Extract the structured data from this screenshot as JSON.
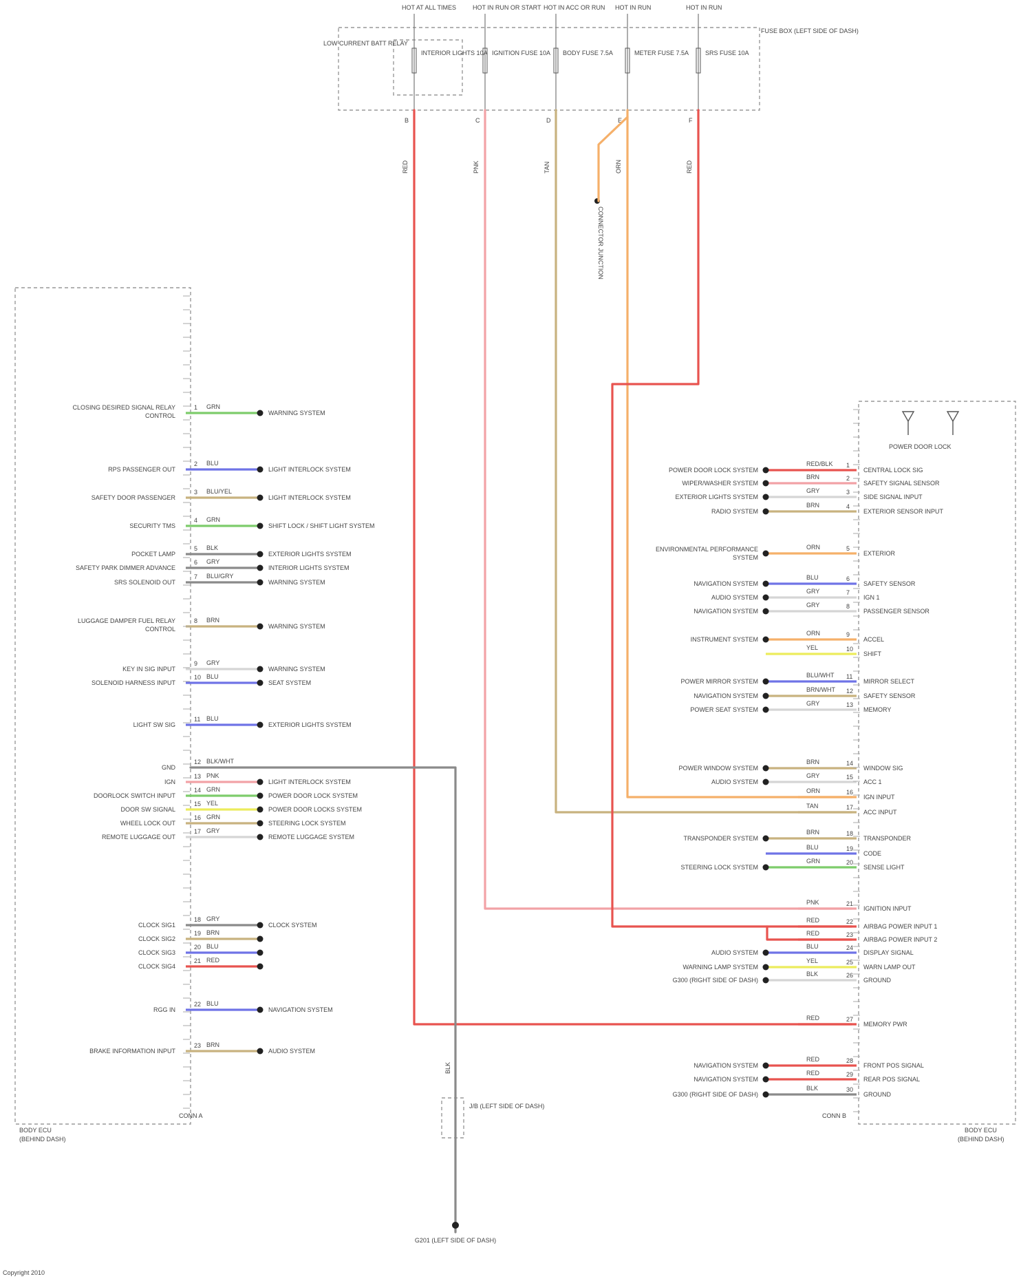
{
  "colors": {
    "red": "#e8534f",
    "pink": "#f2a2a6",
    "green": "#7dcc6b",
    "blue": "#6f73e6",
    "orange": "#f5b06a",
    "tan": "#c8b27f",
    "yellow": "#ecec5c",
    "grey": "#8a8a8a",
    "light": "#d5d5d5",
    "frame": "#999999"
  },
  "icons": {
    "footer": "watermark-logo"
  },
  "top": {
    "wire_labels": [
      "HOT AT ALL TIMES",
      "HOT IN RUN OR START",
      "HOT IN ACC OR RUN",
      "HOT IN RUN",
      "HOT IN RUN"
    ],
    "fuse_box_label": "FUSE BOX (LEFT SIDE OF DASH)",
    "left_relay_label": "LOW CURRENT BATT RELAY",
    "fuses": [
      "INTERIOR LIGHTS 10A",
      "IGNITION FUSE 10A",
      "BODY FUSE 7.5A",
      "METER FUSE 7.5A",
      "SRS FUSE 10A"
    ],
    "pin_labels": [
      "B",
      "C",
      "D",
      "E",
      "F"
    ],
    "wire_colors_top": [
      "RED",
      "PNK",
      "TAN",
      "ORN",
      "RED"
    ],
    "splice_label": "CONNECTOR JUNCTION"
  },
  "left": {
    "pins": [
      {
        "label": "CLOSING DESIRED SIGNAL RELAY CONTROL",
        "wire": "GRN",
        "dest": "WARNING SYSTEM",
        "color": "green"
      },
      {
        "label": "RPS PASSENGER OUT",
        "wire": "BLU",
        "dest": "LIGHT INTERLOCK SYSTEM",
        "color": "blue"
      },
      {
        "label": "SAFETY DOOR PASSENGER",
        "wire": "BLU/YEL",
        "dest": "LIGHT INTERLOCK SYSTEM",
        "color": "tan"
      },
      {
        "label": "SECURITY TMS",
        "wire": "GRN",
        "dest": "SHIFT LOCK / SHIFT LIGHT SYSTEM",
        "color": "green"
      },
      {
        "label": "POCKET LAMP",
        "wire": "BLK",
        "dest": "EXTERIOR LIGHTS SYSTEM",
        "color": "grey"
      },
      {
        "label": "SAFETY PARK DIMMER ADVANCE",
        "wire": "GRY",
        "dest": "INTERIOR LIGHTS SYSTEM",
        "color": "grey"
      },
      {
        "label": "SRS SOLENOID OUT",
        "wire": "BLU/GRY",
        "dest": "WARNING SYSTEM",
        "color": "grey"
      },
      {
        "label": "LUGGAGE DAMPER FUEL RELAY CONTROL",
        "wire": "BRN",
        "dest": "WARNING SYSTEM",
        "color": "tan"
      },
      {
        "label": "KEY IN SIG INPUT",
        "wire": "GRY",
        "dest": "WARNING SYSTEM",
        "color": "light"
      },
      {
        "label": "SOLENOID HARNESS INPUT",
        "wire": "BLU",
        "dest": "SEAT SYSTEM",
        "color": "blue"
      },
      {
        "label": "LIGHT SW SIG",
        "wire": "BLU",
        "dest": "EXTERIOR LIGHTS SYSTEM",
        "color": "blue"
      },
      {
        "label": "GND",
        "wire": "BLK/WHT",
        "dest": "",
        "color": "grey"
      },
      {
        "label": "IGN",
        "wire": "PNK",
        "dest": "LIGHT INTERLOCK SYSTEM",
        "color": "pink"
      },
      {
        "label": "DOORLOCK SWITCH INPUT",
        "wire": "GRN",
        "dest": "POWER DOOR LOCK SYSTEM",
        "color": "green"
      },
      {
        "label": "DOOR SW SIGNAL",
        "wire": "YEL",
        "dest": "POWER DOOR LOCKS SYSTEM",
        "color": "yellow"
      },
      {
        "label": "WHEEL LOCK OUT",
        "wire": "GRN",
        "dest": "STEERING LOCK SYSTEM",
        "color": "tan"
      },
      {
        "label": "REMOTE LUGGAGE OUT",
        "wire": "GRY",
        "dest": "REMOTE LUGGAGE SYSTEM",
        "color": "light"
      },
      {
        "label": "CLOCK SIG1",
        "wire": "GRY",
        "dest": "CLOCK SYSTEM",
        "color": "grey"
      },
      {
        "label": "CLOCK SIG2",
        "wire": "BRN",
        "dest": "",
        "color": "tan"
      },
      {
        "label": "CLOCK SIG3",
        "wire": "BLU",
        "dest": "",
        "color": "blue"
      },
      {
        "label": "CLOCK SIG4",
        "wire": "RED",
        "dest": "",
        "color": "red"
      },
      {
        "label": "RGG IN",
        "wire": "BLU",
        "dest": "NAVIGATION SYSTEM",
        "color": "blue"
      },
      {
        "label": "BRAKE INFORMATION INPUT",
        "wire": "BRN",
        "dest": "AUDIO SYSTEM",
        "color": "tan"
      }
    ],
    "connector_label": "BODY ECU",
    "connector_sub": "(BEHIND DASH)",
    "pin_caption": "CONN A"
  },
  "right": {
    "sensor_label": "POWER DOOR LOCK",
    "pins": [
      {
        "src": "POWER DOOR LOCK SYSTEM",
        "wire": "RED/BLK",
        "label": "CENTRAL LOCK SIG",
        "color": "red"
      },
      {
        "src": "WIPER/WASHER SYSTEM",
        "wire": "BRN",
        "label": "SAFETY SIGNAL SENSOR",
        "color": "pink"
      },
      {
        "src": "EXTERIOR LIGHTS SYSTEM",
        "wire": "GRY",
        "label": "SIDE SIGNAL INPUT",
        "color": "light"
      },
      {
        "src": "RADIO SYSTEM",
        "wire": "BRN",
        "label": "EXTERIOR SENSOR INPUT",
        "color": "tan"
      },
      {
        "src": "ENVIRONMENTAL PERFORMANCE SYSTEM",
        "wire": "ORN",
        "label": "EXTERIOR",
        "color": "orange"
      },
      {
        "src": "NAVIGATION SYSTEM",
        "wire": "BLU",
        "label": "SAFETY SENSOR",
        "color": "blue"
      },
      {
        "src": "AUDIO SYSTEM",
        "wire": "GRY",
        "label": "IGN 1",
        "color": "light"
      },
      {
        "src": "NAVIGATION SYSTEM",
        "wire": "GRY",
        "label": "PASSENGER SENSOR",
        "color": "light"
      },
      {
        "src": "INSTRUMENT SYSTEM",
        "wire": "ORN",
        "label": "ACCEL",
        "color": "orange"
      },
      {
        "src": "",
        "wire": "YEL",
        "label": "SHIFT",
        "color": "yellow"
      },
      {
        "src": "POWER MIRROR SYSTEM",
        "wire": "BLU/WHT",
        "label": "MIRROR SELECT",
        "color": "blue"
      },
      {
        "src": "NAVIGATION SYSTEM",
        "wire": "BRN/WHT",
        "label": "SAFETY SENSOR",
        "color": "tan"
      },
      {
        "src": "POWER SEAT SYSTEM",
        "wire": "GRY",
        "label": "MEMORY",
        "color": "light"
      },
      {
        "src": "POWER WINDOW SYSTEM",
        "wire": "BRN",
        "label": "WINDOW SIG",
        "color": "tan"
      },
      {
        "src": "AUDIO SYSTEM",
        "wire": "GRY",
        "label": "ACC 1",
        "color": "light"
      },
      {
        "src": "",
        "wire": "ORN",
        "label": "IGN INPUT",
        "color": "orange"
      },
      {
        "src": "",
        "wire": "TAN",
        "label": "ACC INPUT",
        "color": "tan"
      },
      {
        "src": "TRANSPONDER SYSTEM",
        "wire": "BRN",
        "label": "TRANSPONDER",
        "color": "tan"
      },
      {
        "src": "",
        "wire": "BLU",
        "label": "CODE",
        "color": "blue"
      },
      {
        "src": "STEERING LOCK SYSTEM",
        "wire": "GRN",
        "label": "SENSE LIGHT",
        "color": "green"
      },
      {
        "src": "",
        "wire": "PNK",
        "label": "IGNITION INPUT",
        "color": "pink"
      },
      {
        "src": "",
        "wire": "RED",
        "label": "AIRBAG POWER INPUT 1",
        "color": "red"
      },
      {
        "src": "",
        "wire": "RED",
        "label": "AIRBAG POWER INPUT 2",
        "color": "red"
      },
      {
        "src": "AUDIO SYSTEM",
        "wire": "BLU",
        "label": "DISPLAY SIGNAL",
        "color": "blue"
      },
      {
        "src": "WARNING LAMP SYSTEM",
        "wire": "YEL",
        "label": "WARN LAMP OUT",
        "color": "yellow"
      },
      {
        "src": "G300 (RIGHT SIDE OF DASH)",
        "wire": "BLK",
        "label": "GROUND",
        "color": "light"
      },
      {
        "src": "",
        "wire": "RED",
        "label": "MEMORY PWR",
        "color": "red"
      },
      {
        "src": "NAVIGATION SYSTEM",
        "wire": "RED",
        "label": "FRONT POS SIGNAL",
        "color": "red"
      },
      {
        "src": "NAVIGATION SYSTEM",
        "wire": "RED",
        "label": "REAR POS SIGNAL",
        "color": "red"
      },
      {
        "src": "G300 (RIGHT SIDE OF DASH)",
        "wire": "BLK",
        "label": "GROUND",
        "color": "grey"
      }
    ],
    "connector_label": "BODY ECU",
    "connector_sub": "(BEHIND DASH)",
    "pin_caption": "CONN B"
  },
  "bottom": {
    "junction_label": "J/B (LEFT SIDE OF DASH)",
    "wire_label": "BLK",
    "ground_label": "G201 (LEFT SIDE OF DASH)"
  },
  "footer": "Copyright 2010"
}
